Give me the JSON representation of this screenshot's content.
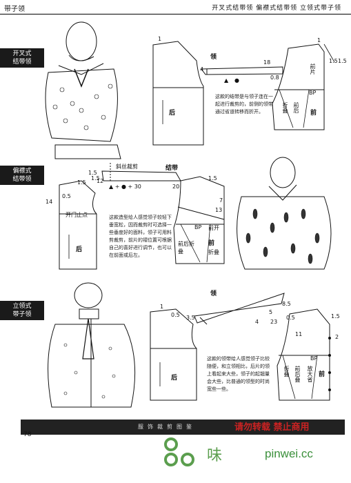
{
  "header": {
    "left": "带子领",
    "right": "开叉式结带领    偏襟式结带领    立领式带子领"
  },
  "sections": [
    {
      "tab": "开叉式\n结带领",
      "collar_label": "领",
      "back_label": "后",
      "front_label": "前",
      "bp": "BP",
      "front_pleat": "前片",
      "pleat_a": "折叠",
      "pleat_b": "前后",
      "dims": [
        "1",
        "18",
        "4",
        "0.8",
        "▲",
        "●",
        "1",
        "1.5",
        "1.5"
      ],
      "note": "这款的结带是与领子连在一起进行裁剪的，前侧的领带通过省道转移而折开。"
    },
    {
      "tab": "偏襟式\n结带领",
      "collar_label": "结带",
      "neck_line": "斜丝裁剪",
      "back_label": "后",
      "front_label": "前",
      "bp": "BP",
      "front_split": "前开",
      "pleat_a": "前后折叠",
      "pleat_b": "折叠",
      "dims": [
        "1.5",
        "0.5",
        "14",
        "20",
        "1.5",
        "7",
        "13",
        "▲ + ● + 30",
        "1.5",
        "12",
        "1.5"
      ],
      "open_point": "开门止点",
      "note": "这款造型给人感觉领子较轻下垂宽松，因而裁剪时可选择一些垂度好的面料，领子可用料剪裁剪，前片的褶位置可根据自己的喜好进行调节，也可以在前面或后左。"
    },
    {
      "tab": "立领式\n带子领",
      "collar_label": "领",
      "back_label": "后",
      "front_label": "前",
      "bp": "BP",
      "pleat_a": "折叠",
      "pleat_b": "前后叠",
      "gather": "放大省",
      "dims": [
        "1",
        "0.5",
        "3.5",
        "4",
        "23",
        "8.5",
        "5",
        "0.5",
        "11",
        "1.5",
        "2"
      ],
      "note": "这款的领带给人感觉领子比较随便，和立领相比，后片的领上看起来大些，领子的起翘量会大些，比普通的领型的时尚宽些一些。"
    }
  ],
  "footer": {
    "page": "78",
    "band_text": "服饰裁剪图鉴",
    "warning": "请勿转载  禁止商用",
    "logo_text": "品味",
    "site": "pinwei.cc"
  }
}
